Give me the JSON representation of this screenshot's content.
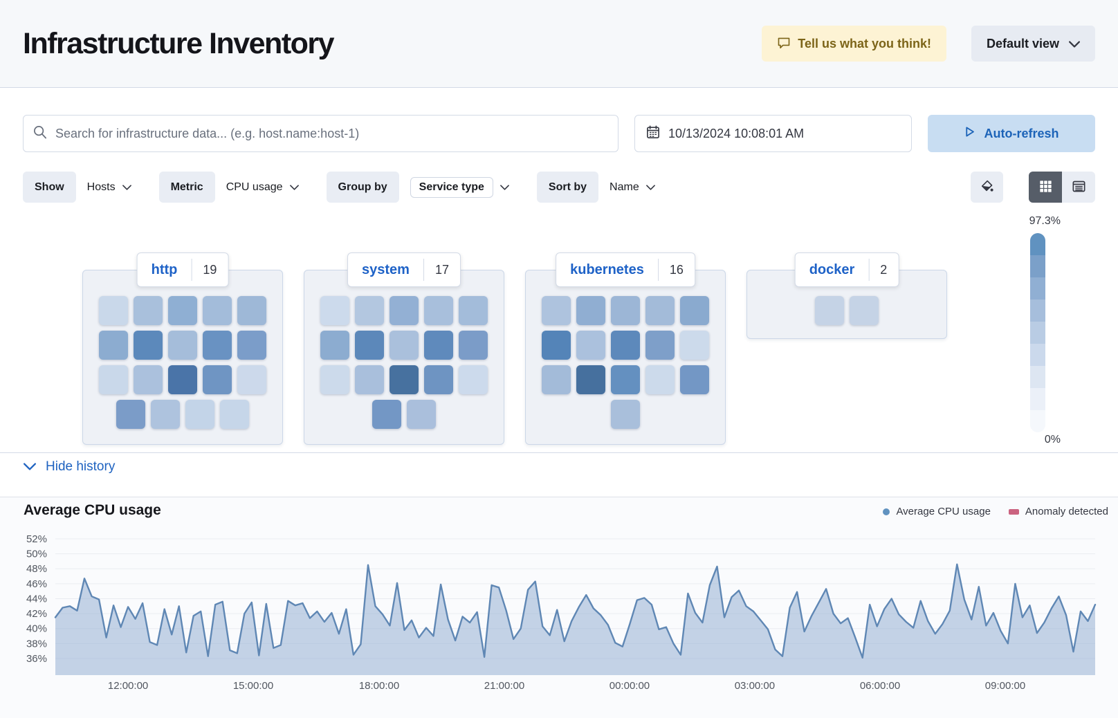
{
  "header": {
    "title": "Infrastructure Inventory",
    "feedback_label": "Tell us what you think!",
    "view_selector_label": "Default view"
  },
  "toolbar": {
    "search_placeholder": "Search for infrastructure data... (e.g. host.name:host-1)",
    "datetime": "10/13/2024 10:08:01 AM",
    "auto_refresh_label": "Auto-refresh"
  },
  "filters": {
    "show": {
      "label": "Show",
      "value": "Hosts"
    },
    "metric": {
      "label": "Metric",
      "value": "CPU usage"
    },
    "group_by": {
      "label": "Group by",
      "value": "Service type"
    },
    "sort_by": {
      "label": "Sort by",
      "value": "Name"
    }
  },
  "scale": {
    "max_label": "97.3%",
    "min_label": "0%",
    "colors": [
      "#6092c0",
      "#7ba0c9",
      "#90afd3",
      "#a6bedc",
      "#b9cce4",
      "#cbd9ec",
      "#dde6f2",
      "#ebf0f8",
      "#f5f8fc"
    ]
  },
  "groups": [
    {
      "name": "http",
      "count": "19",
      "columns": 5,
      "cells": [
        "#c9d8ea",
        "#a9c0dc",
        "#8fafd3",
        "#a3bcda",
        "#9eb8d7",
        "#8cacd0",
        "#5c89bb",
        "#a5bdda",
        "#6992c2",
        "#7b9dc9",
        "#c9d8ea",
        "#abc1dd",
        "#4a74a8",
        "#6f95c3",
        "#ccd9eb",
        "#7b9cc8",
        "#aec3de",
        "#c3d4e8",
        "#c6d6e9"
      ]
    },
    {
      "name": "system",
      "count": "17",
      "columns": 5,
      "cells": [
        "#ccdaec",
        "#b3c7e0",
        "#93b0d4",
        "#a8bfdc",
        "#a3bcda",
        "#8cacd0",
        "#5c88ba",
        "#aac0dc",
        "#5f8abc",
        "#7b9cc8",
        "#ccdaeb",
        "#a9bfdc",
        "#47719f",
        "#6e94c2",
        "#ccdaec",
        "#7397c5",
        "#aabfdc"
      ]
    },
    {
      "name": "kubernetes",
      "count": "16",
      "columns": 5,
      "cells": [
        "#aec3de",
        "#90aed2",
        "#9cb6d6",
        "#a3bbd9",
        "#8aaacf",
        "#5484b8",
        "#abc1dd",
        "#5d89bb",
        "#7e9fc9",
        "#ccdaeb",
        "#a3bbd9",
        "#46709e",
        "#6490c0",
        "#ccdaeb",
        "#7397c5",
        "#a9bfdb"
      ]
    },
    {
      "name": "docker",
      "count": "2",
      "columns": 5,
      "cells": [
        "#c5d3e6",
        "#c5d3e6"
      ]
    }
  ],
  "history": {
    "label": "Hide history"
  },
  "chart_data": {
    "type": "area",
    "title": "Average CPU usage",
    "legend": [
      {
        "label": "Average CPU usage",
        "color": "#6092c0",
        "shape": "dot"
      },
      {
        "label": "Anomaly detected",
        "color": "#cb6380",
        "shape": "bar"
      }
    ],
    "yticks": [
      36,
      38,
      40,
      42,
      44,
      46,
      48,
      50,
      52
    ],
    "ylim": [
      33.8,
      52
    ],
    "grid": true,
    "legend_position": "top-right",
    "x_tick_labels": [
      "12:00:00",
      "15:00:00",
      "18:00:00",
      "21:00:00",
      "00:00:00",
      "03:00:00",
      "06:00:00",
      "09:00:00"
    ],
    "x_tick_fractions": [
      0.0699,
      0.1903,
      0.3114,
      0.4318,
      0.5522,
      0.6726,
      0.7931,
      0.9135
    ],
    "series": [
      {
        "name": "Average CPU usage",
        "color": "#5f87b4",
        "fill": "#96b0d3",
        "values": [
          41.5,
          42.8,
          43.0,
          42.4,
          46.7,
          44.3,
          43.9,
          38.8,
          43.1,
          40.2,
          42.9,
          41.3,
          43.4,
          38.2,
          37.8,
          42.6,
          39.2,
          43.0,
          36.8,
          41.7,
          42.3,
          36.3,
          43.2,
          43.6,
          37.1,
          36.7,
          42.0,
          43.5,
          36.4,
          43.3,
          37.4,
          37.8,
          43.7,
          43.1,
          43.4,
          41.4,
          42.3,
          40.9,
          42.1,
          39.3,
          42.6,
          36.5,
          37.9,
          48.5,
          43.0,
          41.9,
          40.4,
          46.1,
          39.8,
          41.1,
          38.8,
          40.1,
          39.0,
          45.9,
          41.2,
          38.4,
          41.6,
          40.8,
          42.2,
          36.2,
          45.8,
          45.5,
          42.4,
          38.6,
          40.0,
          45.2,
          46.3,
          40.3,
          39.1,
          42.5,
          38.3,
          41.0,
          42.9,
          44.5,
          42.7,
          41.8,
          40.5,
          38.1,
          37.6,
          40.6,
          43.8,
          44.1,
          43.2,
          39.9,
          40.2,
          38.0,
          36.5,
          44.7,
          42.1,
          40.8,
          45.8,
          48.3,
          41.5,
          44.2,
          45.1,
          43.0,
          42.3,
          41.1,
          39.9,
          37.2,
          36.3,
          42.8,
          44.9,
          39.6,
          41.7,
          43.5,
          45.3,
          42.0,
          40.7,
          41.4,
          38.8,
          36.1,
          43.2,
          40.3,
          42.6,
          44.0,
          41.9,
          40.9,
          40.1,
          43.7,
          41.0,
          39.3,
          40.6,
          42.4,
          48.6,
          43.9,
          41.2,
          45.6,
          40.4,
          42.1,
          39.7,
          38.0,
          46.0,
          41.5,
          43.1,
          39.4,
          40.8,
          42.7,
          44.3,
          41.8,
          36.9,
          42.3,
          41.0,
          43.2
        ]
      }
    ]
  }
}
